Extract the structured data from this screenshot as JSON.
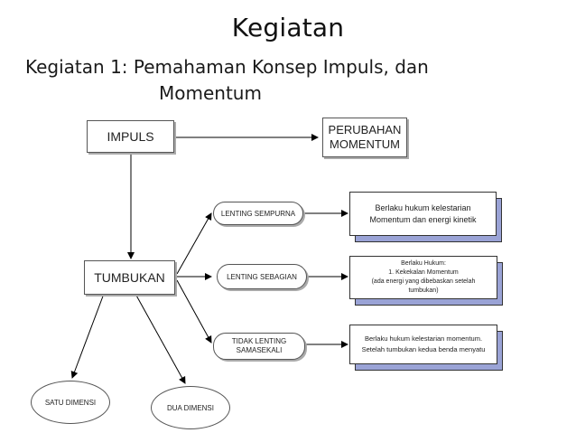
{
  "slide": {
    "title": "Kegiatan",
    "subtitle_line1": "Kegiatan 1: Pemahaman Konsep Impuls, dan",
    "subtitle_line2": "Momentum"
  },
  "nodes": {
    "impuls": "IMPULS",
    "perubahan_line1": "PERUBAHAN",
    "perubahan_line2": "MOMENTUM",
    "tumbukan": "TUMBUKAN",
    "lenting_sempurna": "LENTING SEMPURNA",
    "lenting_sebagian": "LENTING SEBAGIAN",
    "tidak_lenting_line1": "TIDAK LENTING",
    "tidak_lenting_line2": "SAMASEKALI",
    "satu_dimensi": "SATU DIMENSI",
    "dua_dimensi": "DUA DIMENSI"
  },
  "results": {
    "r1_line1": "Berlaku hukum kelestarian",
    "r1_line2": "Momentum dan energi kinetik",
    "r2_line1": "Berlaku Hukum:",
    "r2_line2": "1. Kekekalan Momentum",
    "r2_line3": "(ada energi yang dibebaskan setelah",
    "r2_line4": "tumbukan)",
    "r3_line1": "Berlaku hukum kelestarian momentum.",
    "r3_line2": "Setelah tumbukan kedua benda menyatu"
  }
}
